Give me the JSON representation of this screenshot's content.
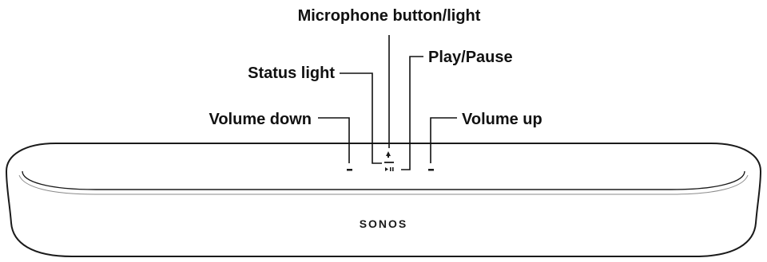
{
  "callouts": {
    "microphone": "Microphone button/light",
    "status_light": "Status light",
    "play_pause": "Play/Pause",
    "volume_down": "Volume down",
    "volume_up": "Volume up"
  },
  "device": {
    "brand": "SONOS"
  },
  "colors": {
    "ink": "#111111",
    "background": "#ffffff",
    "seam": "#8a8a8a"
  }
}
